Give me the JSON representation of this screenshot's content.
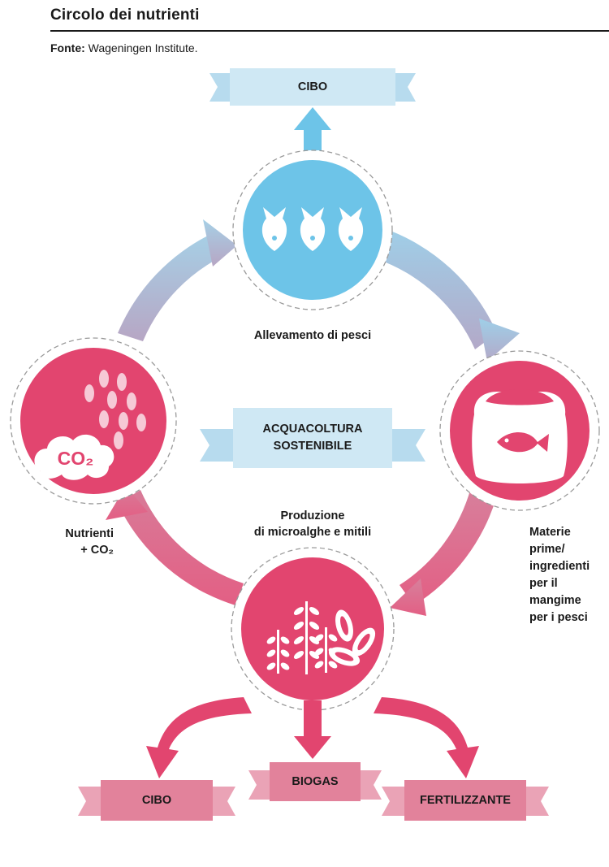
{
  "header": {
    "title": "Circolo dei nutrienti",
    "source_label": "Fonte:",
    "source_value": "Wageningen Institute."
  },
  "center_banner": {
    "line1": "ACQUACOLTURA",
    "line2": "SOSTENIBILE"
  },
  "top_output": "CIBO",
  "nodes": {
    "fish_farming": "Allevamento di pesci",
    "microalgae_line1": "Produzione",
    "microalgae_line2": "di microalghe e mitili",
    "nutrients_line1": "Nutrienti",
    "nutrients_line2": "+ CO₂",
    "co2_badge": "CO₂",
    "raw_materials": [
      "Materie",
      "prime/",
      "ingredienti",
      "per il",
      "mangime",
      "per i pesci"
    ]
  },
  "bottom_outputs": [
    "CIBO",
    "BIOGAS",
    "FERTILIZZANTE"
  ],
  "colors": {
    "blue_circle": "#6dc4e8",
    "pink_circle": "#e2456f",
    "light_blue_ribbon": "#cfe8f4",
    "pink_ribbon": "#e2829b",
    "pink_ribbon_light": "#eaa3b6",
    "arrow_blue": "#a6cfe4",
    "arrow_pink": "#e56f8f"
  }
}
